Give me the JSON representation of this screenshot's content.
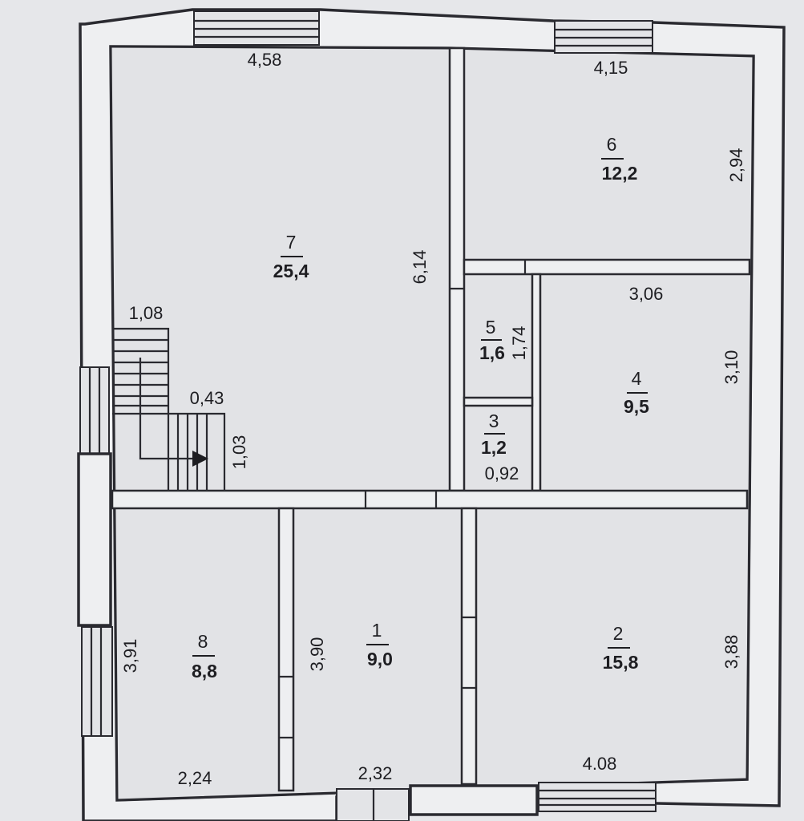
{
  "colors": {
    "paper": "#e6e7ea",
    "room_fill": "#e2e3e6",
    "wall_fill": "#eeeff1",
    "line": "#2a2a30"
  },
  "rooms": [
    {
      "number": "7",
      "area": "25,4"
    },
    {
      "number": "6",
      "area": "12,2"
    },
    {
      "number": "5",
      "area": "1,6"
    },
    {
      "number": "4",
      "area": "9,5"
    },
    {
      "number": "3",
      "area": "1,2"
    },
    {
      "number": "8",
      "area": "8,8"
    },
    {
      "number": "1",
      "area": "9,0"
    },
    {
      "number": "2",
      "area": "15,8"
    }
  ],
  "dimensions": [
    "4,58",
    "4,15",
    "2,94",
    "6,14",
    "3,06",
    "1,74",
    "3,10",
    "1,08",
    "0,43",
    "1,03",
    "0,92",
    "3,91",
    "3,90",
    "3,88",
    "2,24",
    "2,32",
    "4.08"
  ]
}
